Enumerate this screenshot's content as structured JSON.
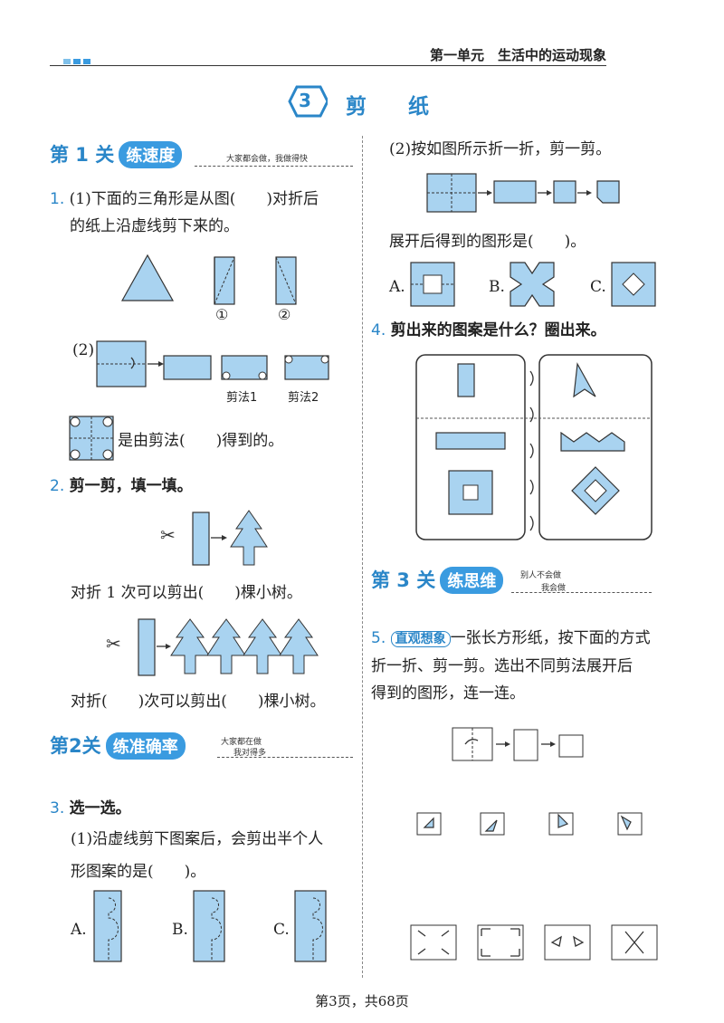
{
  "header": {
    "unit": "第一单元　生活中的运动现象"
  },
  "lesson": {
    "number": "3",
    "title": "剪　　纸"
  },
  "level1": {
    "name": "第 1 关",
    "badge": "练速度",
    "hint": "大家都会做，我做得快"
  },
  "q1": {
    "num": "1.",
    "text_a": "(1)下面的三角形是从图(　　)对折后",
    "text_b": "的纸上沿虚线剪下来的。",
    "label1": "①",
    "label2": "②",
    "part2": "(2)",
    "cut1": "剪法1",
    "cut2": "剪法2",
    "text_c": "是由剪法(　　)得到的。"
  },
  "q2": {
    "num": "2.",
    "title": "剪一剪，填一填。",
    "text_a": "对折 1 次可以剪出(　　)棵小树。",
    "text_b": "对折(　　)次可以剪出(　　)棵小树。"
  },
  "level2": {
    "name": "第2关",
    "badge": "练准确率",
    "hint1": "大家都在做",
    "hint2": "我对得多"
  },
  "q3": {
    "num": "3.",
    "title": "选一选。",
    "text_a": "(1)沿虚线剪下图案后，会剪出半个人",
    "text_b": "形图案的是(　　)。",
    "opt_a": "A.",
    "opt_b": "B.",
    "opt_c": "C.",
    "part2": "(2)按如图所示折一折，剪一剪。",
    "text_c": "展开后得到的图形是(　　)。",
    "opt2_a": "A.",
    "opt2_b": "B.",
    "opt2_c": "C."
  },
  "q4": {
    "num": "4.",
    "title": "剪出来的图案是什么？圈出来。"
  },
  "level3": {
    "name": "第 3 关",
    "badge": "练思维",
    "hint1": "别人不会做",
    "hint2": "我会做"
  },
  "q5": {
    "num": "5.",
    "tag": "直观想象",
    "text_a": "一张长方形纸，按下面的方式",
    "text_b": "折一折、剪一剪。选出不同剪法展开后",
    "text_c": "得到的图形，连一连。"
  },
  "footer": {
    "page": "第3页，共68页"
  }
}
